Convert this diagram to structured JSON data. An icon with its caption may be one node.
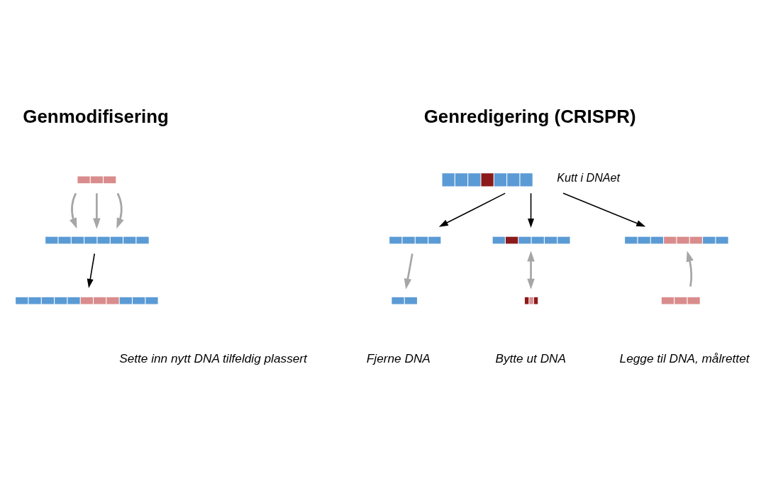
{
  "diagram": {
    "nodes": [
      {
        "text": [],
        "shape": "picture"
      },
      {
        "text": [],
        "shape": "picture"
      },
      {
        "text": [],
        "shape": "picture"
      },
      {
        "text": [],
        "shape": "picture",
        "beside": [
          "Kutt i DNAet"
        ]
      },
      {
        "text": [],
        "shape": "picture"
      },
      {
        "text": [],
        "shape": "picture"
      },
      {
        "text": [],
        "shape": "picture"
      },
      {
        "text": [],
        "shape": "picture"
      },
      {
        "text": [],
        "shape": "picture"
      },
      {
        "text": [],
        "shape": "picture"
      }
    ],
    "edges": [
      {
        "from": 0,
        "to": 1,
        "arrow": "to"
      },
      {
        "from": 0,
        "to": 1,
        "arrow": "to"
      },
      {
        "from": 0,
        "to": 1,
        "arrow": "to"
      },
      {
        "from": 1,
        "to": 2,
        "arrow": "to",
        "color": "#000000"
      },
      {
        "from": 3,
        "to": 4,
        "arrow": "to",
        "color": "#000000"
      },
      {
        "from": 3,
        "to": 5,
        "arrow": "to",
        "color": "#000000"
      },
      {
        "from": 3,
        "to": 6,
        "arrow": "to",
        "color": "#000000"
      },
      {
        "from": 4,
        "to": 7,
        "arrow": "to"
      },
      {
        "from": 5,
        "to": 8,
        "arrow": "both"
      },
      {
        "from": 9,
        "to": 6,
        "arrow": "to"
      }
    ],
    "labels": [
      "Genmodifisering",
      "Genredigering (CRISPR)",
      "Sette inn nytt DNA tilfeldig plassert",
      "Fjerne DNA",
      "Bytte ut DNA",
      "Legge til DNA, målrettet"
    ]
  }
}
